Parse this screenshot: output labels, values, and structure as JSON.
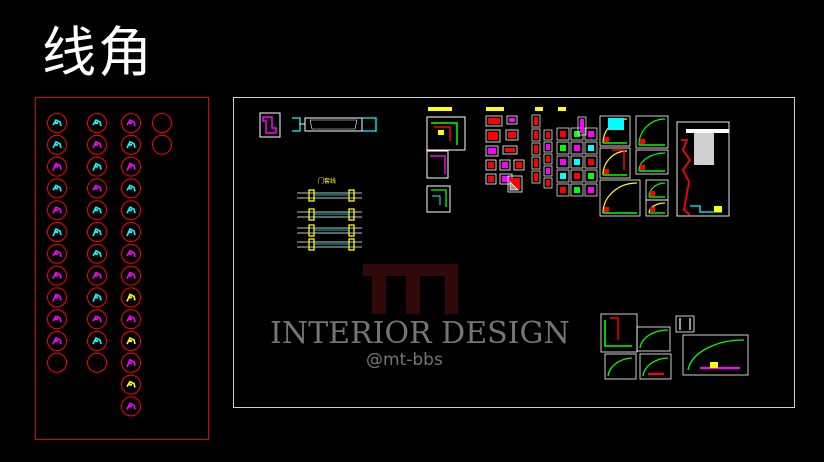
{
  "header": {
    "title": "线角"
  },
  "drawing": {
    "door_label": "门套线",
    "colors": {
      "background": "#000000",
      "left_frame": "#e00000",
      "right_frame": "#cfcfcf",
      "cyan": "#00ffff",
      "yellow": "#ffff00",
      "green": "#00ff00",
      "magenta": "#ff00ff",
      "red": "#ff0000",
      "white": "#ffffff"
    }
  },
  "watermark": {
    "logo": "mt",
    "text": "INTERIOR DESIGN",
    "handle": "@mt-bbs"
  }
}
